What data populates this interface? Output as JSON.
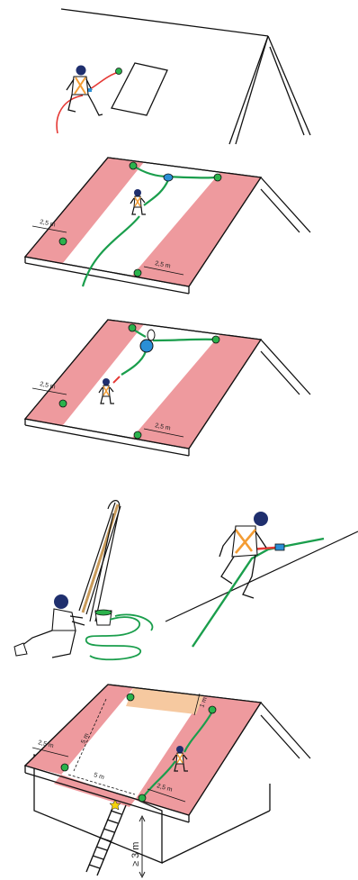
{
  "colors": {
    "danger_zone": "#ee9a9e",
    "peach_zone": "#f6c9a0",
    "rope_green": "#1a9e4c",
    "anchor_green": "#2bb24c",
    "rope_red": "#e53935",
    "harness_orange": "#f39c33",
    "helmet_navy": "#1f2f6e",
    "connector_blue": "#2a8fd6",
    "line": "#111111"
  },
  "panel2": {
    "dim_left": "2,5 m",
    "dim_right": "2,5 m"
  },
  "panel3": {
    "dim_left": "2,5 m",
    "dim_right": "2,5 m"
  },
  "panel5": {
    "dim_top_right": "1 m",
    "dim_left_vertical": "5 m",
    "dim_left": "2,5 m",
    "dim_bottom": "5 m",
    "dim_right": "2,5 m",
    "dim_height": "≥ 3 m"
  }
}
